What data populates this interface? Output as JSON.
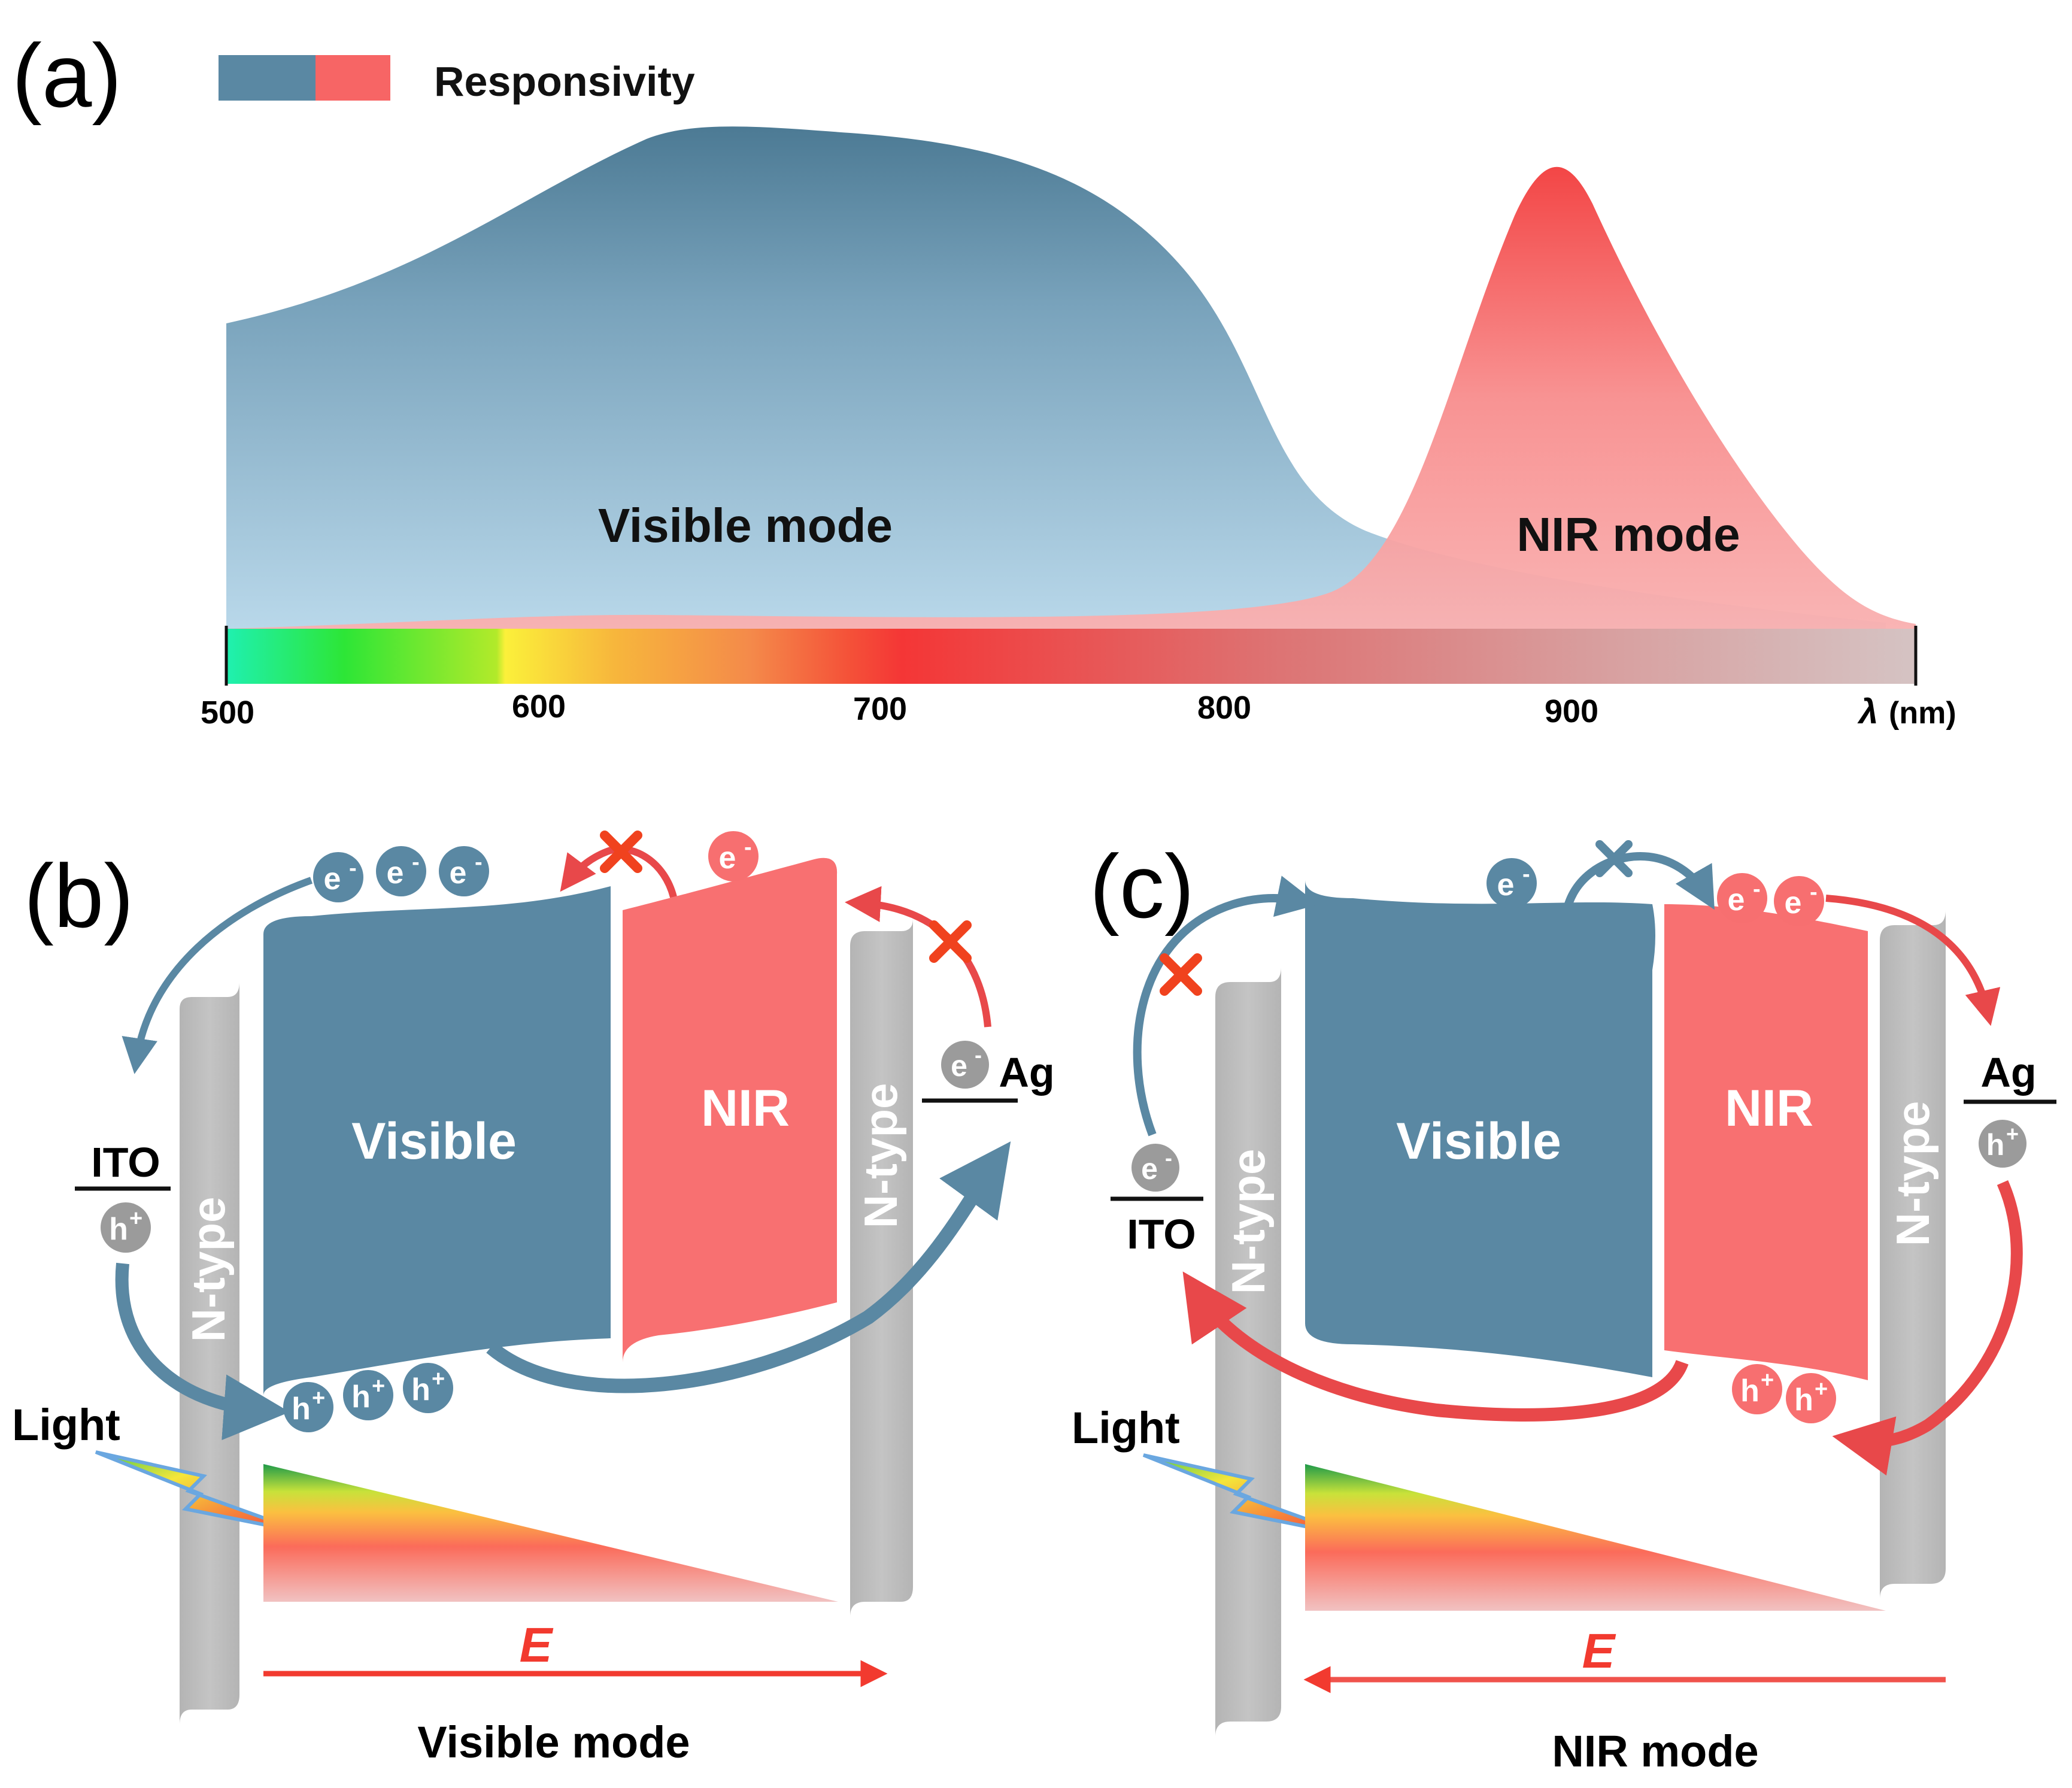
{
  "panels": {
    "a": {
      "label": "(a)",
      "legend_label": "Responsivity",
      "visible_mode_label": "Visible mode",
      "nir_mode_label": "NIR mode",
      "axis_ticks": [
        "500",
        "600",
        "700",
        "800",
        "900"
      ],
      "axis_symbol": "λ",
      "axis_unit": "(nm)"
    },
    "b": {
      "label": "(b)",
      "visible_label": "Visible",
      "nir_label": "NIR",
      "ntype_label": "N-type",
      "ito_label": "ITO",
      "ag_label": "Ag",
      "electron": "e",
      "hole": "h",
      "electron_sup": "-",
      "hole_sup": "+",
      "light_label": "Light",
      "field_label": "E",
      "mode_label": "Visible mode"
    },
    "c": {
      "label": "(c)",
      "visible_label": "Visible",
      "nir_label": "NIR",
      "ntype_label": "N-type",
      "ito_label": "ITO",
      "ag_label": "Ag",
      "electron": "e",
      "hole": "h",
      "electron_sup": "-",
      "hole_sup": "+",
      "light_label": "Light",
      "field_label": "E",
      "mode_label": "NIR mode"
    }
  },
  "colors": {
    "visible_blue": "#5a88a3",
    "nir_red": "#f76f70",
    "ntype_gray": "#bdbdbd",
    "cross_red": "#f0421e",
    "field_red": "#f23a2f",
    "carrier_gray": "#9b9b9b"
  }
}
